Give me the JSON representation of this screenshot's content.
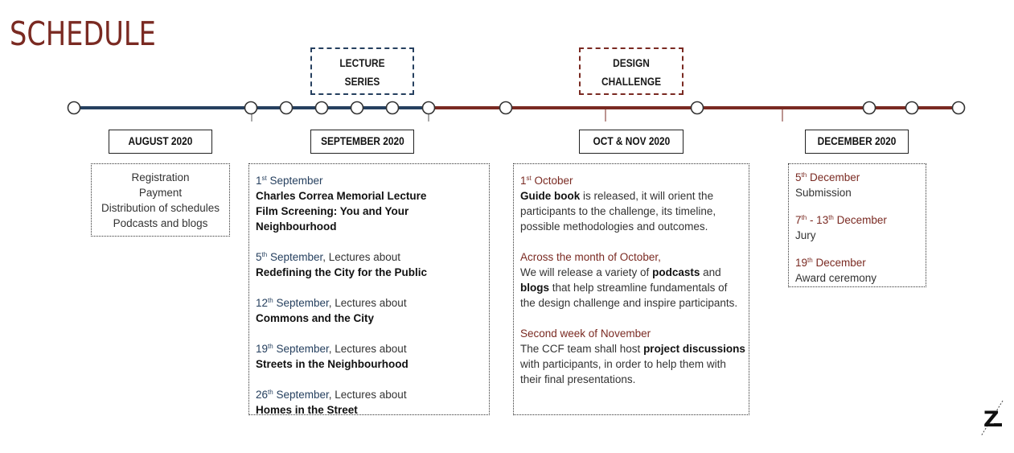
{
  "title": "SCHEDULE",
  "phases": {
    "lecture": [
      "LECTURE",
      "SERIES"
    ],
    "design": [
      "DESIGN",
      "CHALLENGE"
    ]
  },
  "colors": {
    "blue": "#26405f",
    "red": "#7a2a22"
  },
  "months": {
    "aug": "AUGUST 2020",
    "sep": "SEPTEMBER 2020",
    "oct_nov": "OCT & NOV 2020",
    "dec": "DECEMBER 2020"
  },
  "august": [
    "Registration",
    "Payment",
    "Distribution of schedules",
    "Podcasts and blogs"
  ],
  "september": {
    "e1": {
      "num": "1",
      "sup": "st",
      "date": " September",
      "lines": [
        "Charles Correa Memorial Lecture",
        "Film Screening: You and Your Neighbourhood"
      ]
    },
    "e2": {
      "num": "5",
      "sup": "th",
      "date": " September",
      "suffix": ", Lectures about",
      "bold": "Redefining the City for the Public"
    },
    "e3": {
      "num": "12",
      "sup": "th",
      "date": " September",
      "suffix": ", Lectures about",
      "bold": "Commons and the City"
    },
    "e4": {
      "num": "19",
      "sup": "th",
      "date": " September",
      "suffix": ", Lectures about",
      "bold": "Streets in the Neighbourhood"
    },
    "e5": {
      "num": "26",
      "sup": "th",
      "date": " September",
      "suffix": ", Lectures about",
      "bold": "Homes in the Street"
    }
  },
  "octnov": {
    "b1": {
      "num": "1",
      "sup": "st",
      "date": " October",
      "bold": "Guide book",
      "t1": " is released, it will orient the",
      "t2": "participants to  the challenge, its timeline,",
      "t3": "possible methodologies and outcomes."
    },
    "b2": {
      "head": "Across the month of October,",
      "t1": "We will release a variety of ",
      "bold1": "podcasts",
      "t2": " and",
      "bold2": "blogs",
      "t3": " that help streamline fundamentals of",
      "t4": "the design challenge and inspire participants."
    },
    "b3": {
      "head": "Second week of November",
      "t1": "The CCF team shall host ",
      "bold": "project discussions",
      "t2": "with participants, in order to help them with",
      "t3": "their final presentations."
    }
  },
  "december": {
    "d1": {
      "num": "5",
      "sup": "th",
      "date": " December",
      "label": "Submission"
    },
    "d2": {
      "num1": "7",
      "sup1": "th",
      "mid": " - 13",
      "sup2": "th",
      "date": "  December",
      "label": "Jury"
    },
    "d3": {
      "num": "19",
      "sup": "th",
      "date": " December",
      "label": "Award ceremony"
    }
  },
  "logo": {
    "letter": "Z",
    "icon": "z-logo-icon"
  },
  "timeline": {
    "nodes": [
      "August start",
      "September 1",
      "September 5",
      "September 12",
      "September 19",
      "September 26",
      "September end",
      "October start",
      "November end",
      "December 5",
      "December 13",
      "December 19"
    ]
  }
}
